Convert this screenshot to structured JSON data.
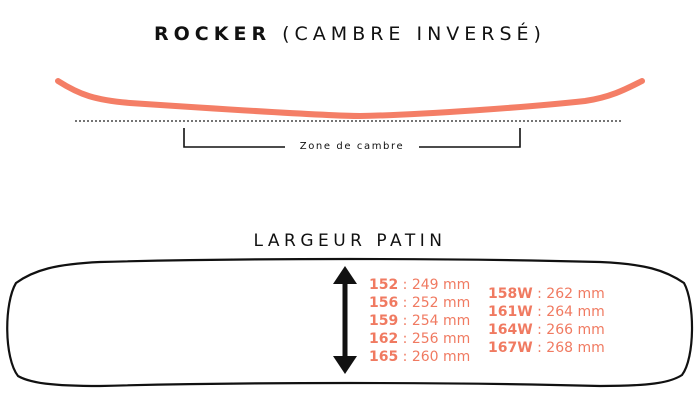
{
  "header": {
    "title_bold": "ROCKER",
    "title_rest": "(CAMBRE INVERSÉ)"
  },
  "profile": {
    "zone_label": "Zone de cambre",
    "curve_color": "#f47e66"
  },
  "width_section": {
    "title": "LARGEUR PATIN",
    "arrow_icon": "double-arrow-vertical",
    "sizes_left": [
      {
        "size": "152",
        "sep": " : ",
        "value": "249 mm"
      },
      {
        "size": "156",
        "sep": " : ",
        "value": "252 mm"
      },
      {
        "size": "159",
        "sep": " : ",
        "value": "254 mm"
      },
      {
        "size": "162",
        "sep": " : ",
        "value": "256 mm"
      },
      {
        "size": "165",
        "sep": " : ",
        "value": "260 mm"
      }
    ],
    "sizes_right": [
      {
        "size": "158W",
        "sep": " : ",
        "value": "262 mm"
      },
      {
        "size": "161W",
        "sep": " : ",
        "value": "264 mm"
      },
      {
        "size": "164W",
        "sep": " : ",
        "value": "266 mm"
      },
      {
        "size": "167W",
        "sep": " : ",
        "value": "268 mm"
      }
    ],
    "accent_color": "#f07a61"
  }
}
